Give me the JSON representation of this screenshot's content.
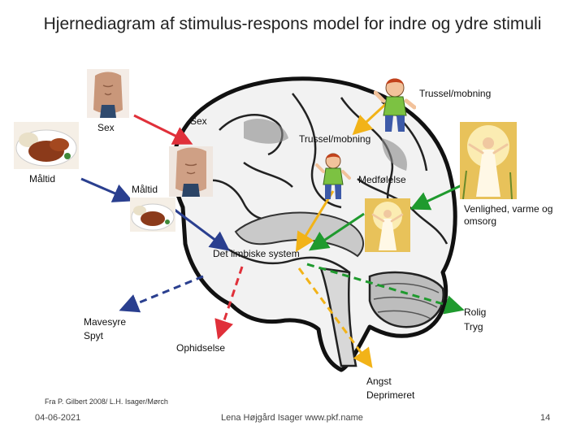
{
  "slide": {
    "title": "Hjernediagram af stimulus-respons model for indre og ydre stimuli",
    "source_note": "Fra P. Gilbert 2008/ L.H. Isager/Mørch",
    "date": "04-06-2021",
    "footer_author": "Lena Højgård Isager www.pkf.name",
    "page_number": "14"
  },
  "labels": {
    "sex_outer": "Sex",
    "sex_inner": "Sex",
    "maltid_outer": "Måltid",
    "maltid_inner": "Måltid",
    "trussel_outer": "Trussel/mobning",
    "trussel_inner": "Trussel/mobning",
    "medfolelse": "Medfølelse",
    "venlighed": "Venlighed, varme og omsorg",
    "limbic": "Det limbiske system",
    "mavesyre_1": "Mavesyre",
    "mavesyre_2": "Spyt",
    "ophidselse": "Ophidselse",
    "rolig_1": "Rolig",
    "rolig_2": "Tryg",
    "angst_1": "Angst",
    "angst_2": "Deprimeret"
  },
  "arrow_colors": {
    "sex": "#e0303a",
    "maltid": "#2a3f8f",
    "trussel": "#f2b318",
    "omsorg": "#1f9a2e"
  }
}
